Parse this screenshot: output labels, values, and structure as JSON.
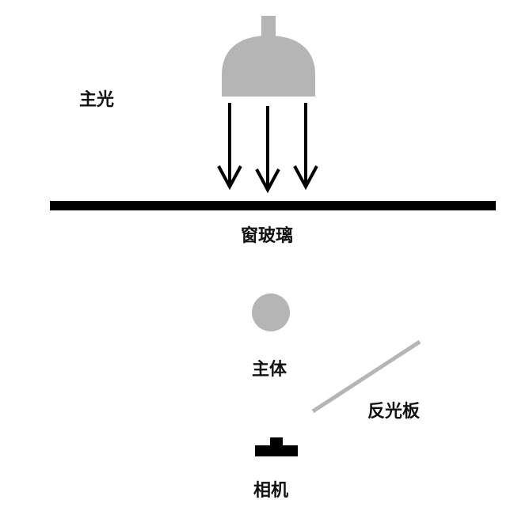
{
  "labels": {
    "key_light": "主光",
    "window_glass": "窗玻璃",
    "subject": "主体",
    "reflector": "反光板",
    "camera": "相机"
  },
  "colors": {
    "lamp": "#b5b5b5",
    "glass": "#000000",
    "arrows": "#000000",
    "subject": "#b5b5b5",
    "reflector": "#b5b5b5",
    "camera": "#000000",
    "text": "#111111"
  },
  "icons": {
    "lamp": "pendant-lamp-icon",
    "camera": "camera-icon",
    "subject": "subject-circle",
    "reflector": "reflector-board"
  }
}
